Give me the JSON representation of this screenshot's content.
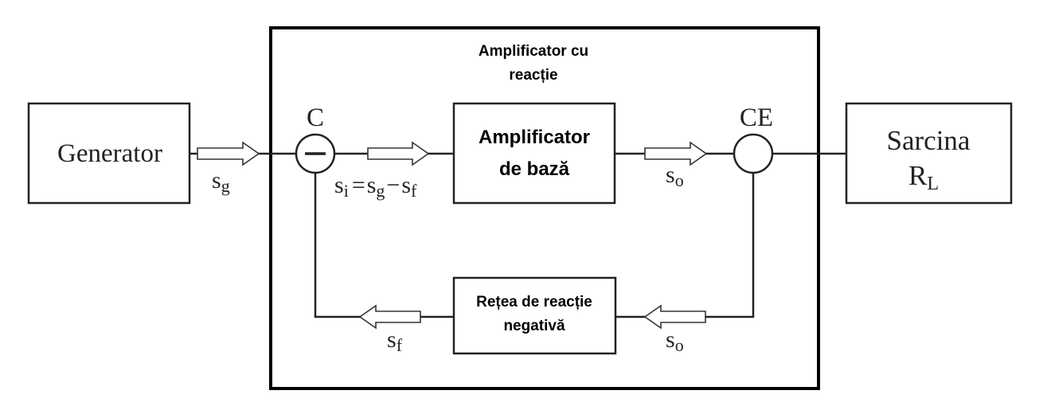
{
  "outer_box": {
    "title_line1": "Amplificator cu",
    "title_line2": "reacție"
  },
  "blocks": {
    "generator": {
      "label": "Generator"
    },
    "amplifier": {
      "line1": "Amplificator",
      "line2": "de bază"
    },
    "feedback": {
      "line1": "Rețea de reacție",
      "line2": "negativă"
    },
    "load": {
      "line1": "Sarcina",
      "line2_main": "R",
      "line2_sub": "L"
    }
  },
  "nodes": {
    "comparator": {
      "label": "C",
      "sign": "−"
    },
    "sampler": {
      "label": "CE"
    }
  },
  "signals": {
    "sg": {
      "main": "s",
      "sub": "g"
    },
    "si_eq": {
      "main1": "s",
      "sub1": "i",
      "eq": "=",
      "main2": "s",
      "sub2": "g",
      "minus": "−",
      "main3": "s",
      "sub3": "f"
    },
    "so_top": {
      "main": "s",
      "sub": "o"
    },
    "so_bottom": {
      "main": "s",
      "sub": "o"
    },
    "sf": {
      "main": "s",
      "sub": "f"
    }
  }
}
